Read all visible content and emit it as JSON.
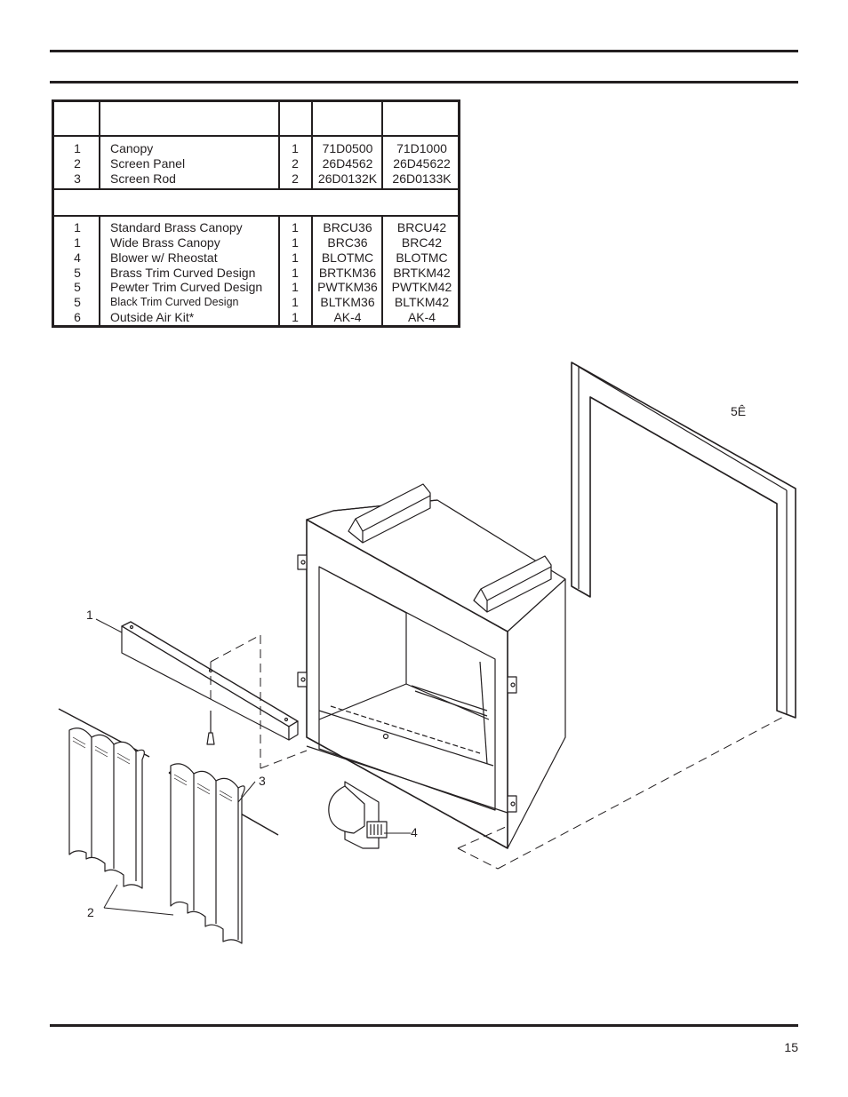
{
  "parts_table": {
    "rows": [
      {
        "key": "1",
        "description": "Canopy",
        "qty": "1",
        "part_36": "71D0500",
        "part_42": "71D1000"
      },
      {
        "key": "2",
        "description": "Screen Panel",
        "qty": "2",
        "part_36": "26D4562",
        "part_42": "26D45622"
      },
      {
        "key": "3",
        "description": "Screen Rod",
        "qty": "2",
        "part_36": "26D0132K",
        "part_42": "26D0133K"
      }
    ],
    "accessory_rows": [
      {
        "key": "1",
        "description": "Standard Brass Canopy",
        "qty": "1",
        "part_36": "BRCU36",
        "part_42": "BRCU42"
      },
      {
        "key": "1",
        "description": "Wide Brass Canopy",
        "qty": "1",
        "part_36": "BRC36",
        "part_42": "BRC42"
      },
      {
        "key": "4",
        "description": "Blower w/ Rheostat",
        "qty": "1",
        "part_36": "BLOTMC",
        "part_42": "BLOTMC"
      },
      {
        "key": "5",
        "description": "Brass Trim Curved Design",
        "qty": "1",
        "part_36": "BRTKM36",
        "part_42": "BRTKM42"
      },
      {
        "key": "5",
        "description": "Pewter Trim Curved Design",
        "qty": "1",
        "part_36": "PWTKM36",
        "part_42": "PWTKM42"
      },
      {
        "key": "5",
        "description": "Black Trim Curved Design",
        "qty": "1",
        "part_36": "BLTKM36",
        "part_42": "BLTKM42"
      },
      {
        "key": "6",
        "description": "Outside Air Kit*",
        "qty": "1",
        "part_36": "AK-4",
        "part_42": "AK-4"
      }
    ]
  },
  "diagram": {
    "callouts": {
      "canopy": "1",
      "screen_panels": "2",
      "screen_rod": "3",
      "blower": "4",
      "trim": "5Ê"
    }
  },
  "footer": {
    "page_number": "15"
  }
}
